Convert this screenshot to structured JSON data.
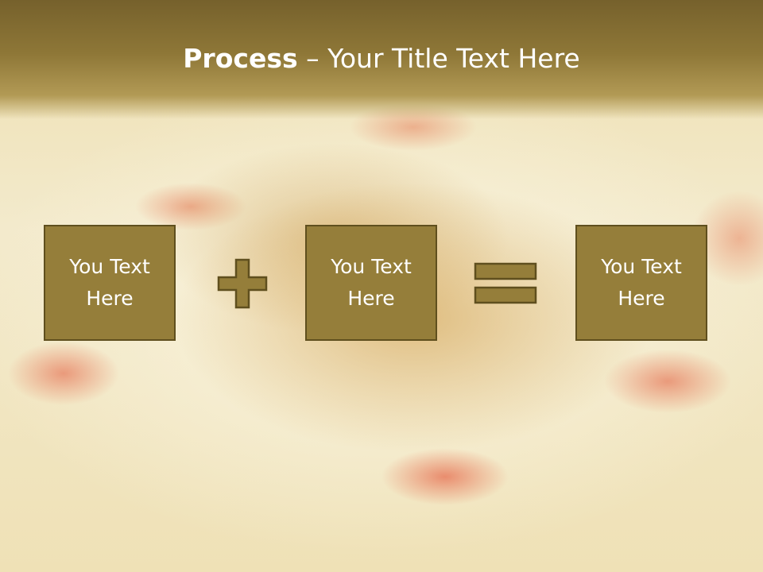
{
  "slide": {
    "title_bold": "Process",
    "title_rest": " – Your Title Text Here",
    "boxes": [
      {
        "text": "You Text Here"
      },
      {
        "text": "You Text Here"
      },
      {
        "text": "You Text Here"
      }
    ],
    "operators": [
      "plus-icon",
      "equals-icon"
    ],
    "colors": {
      "header": "#8e7737",
      "box_fill": "#957e3a",
      "box_border": "#5f4f1e",
      "text": "#ffffff"
    }
  }
}
